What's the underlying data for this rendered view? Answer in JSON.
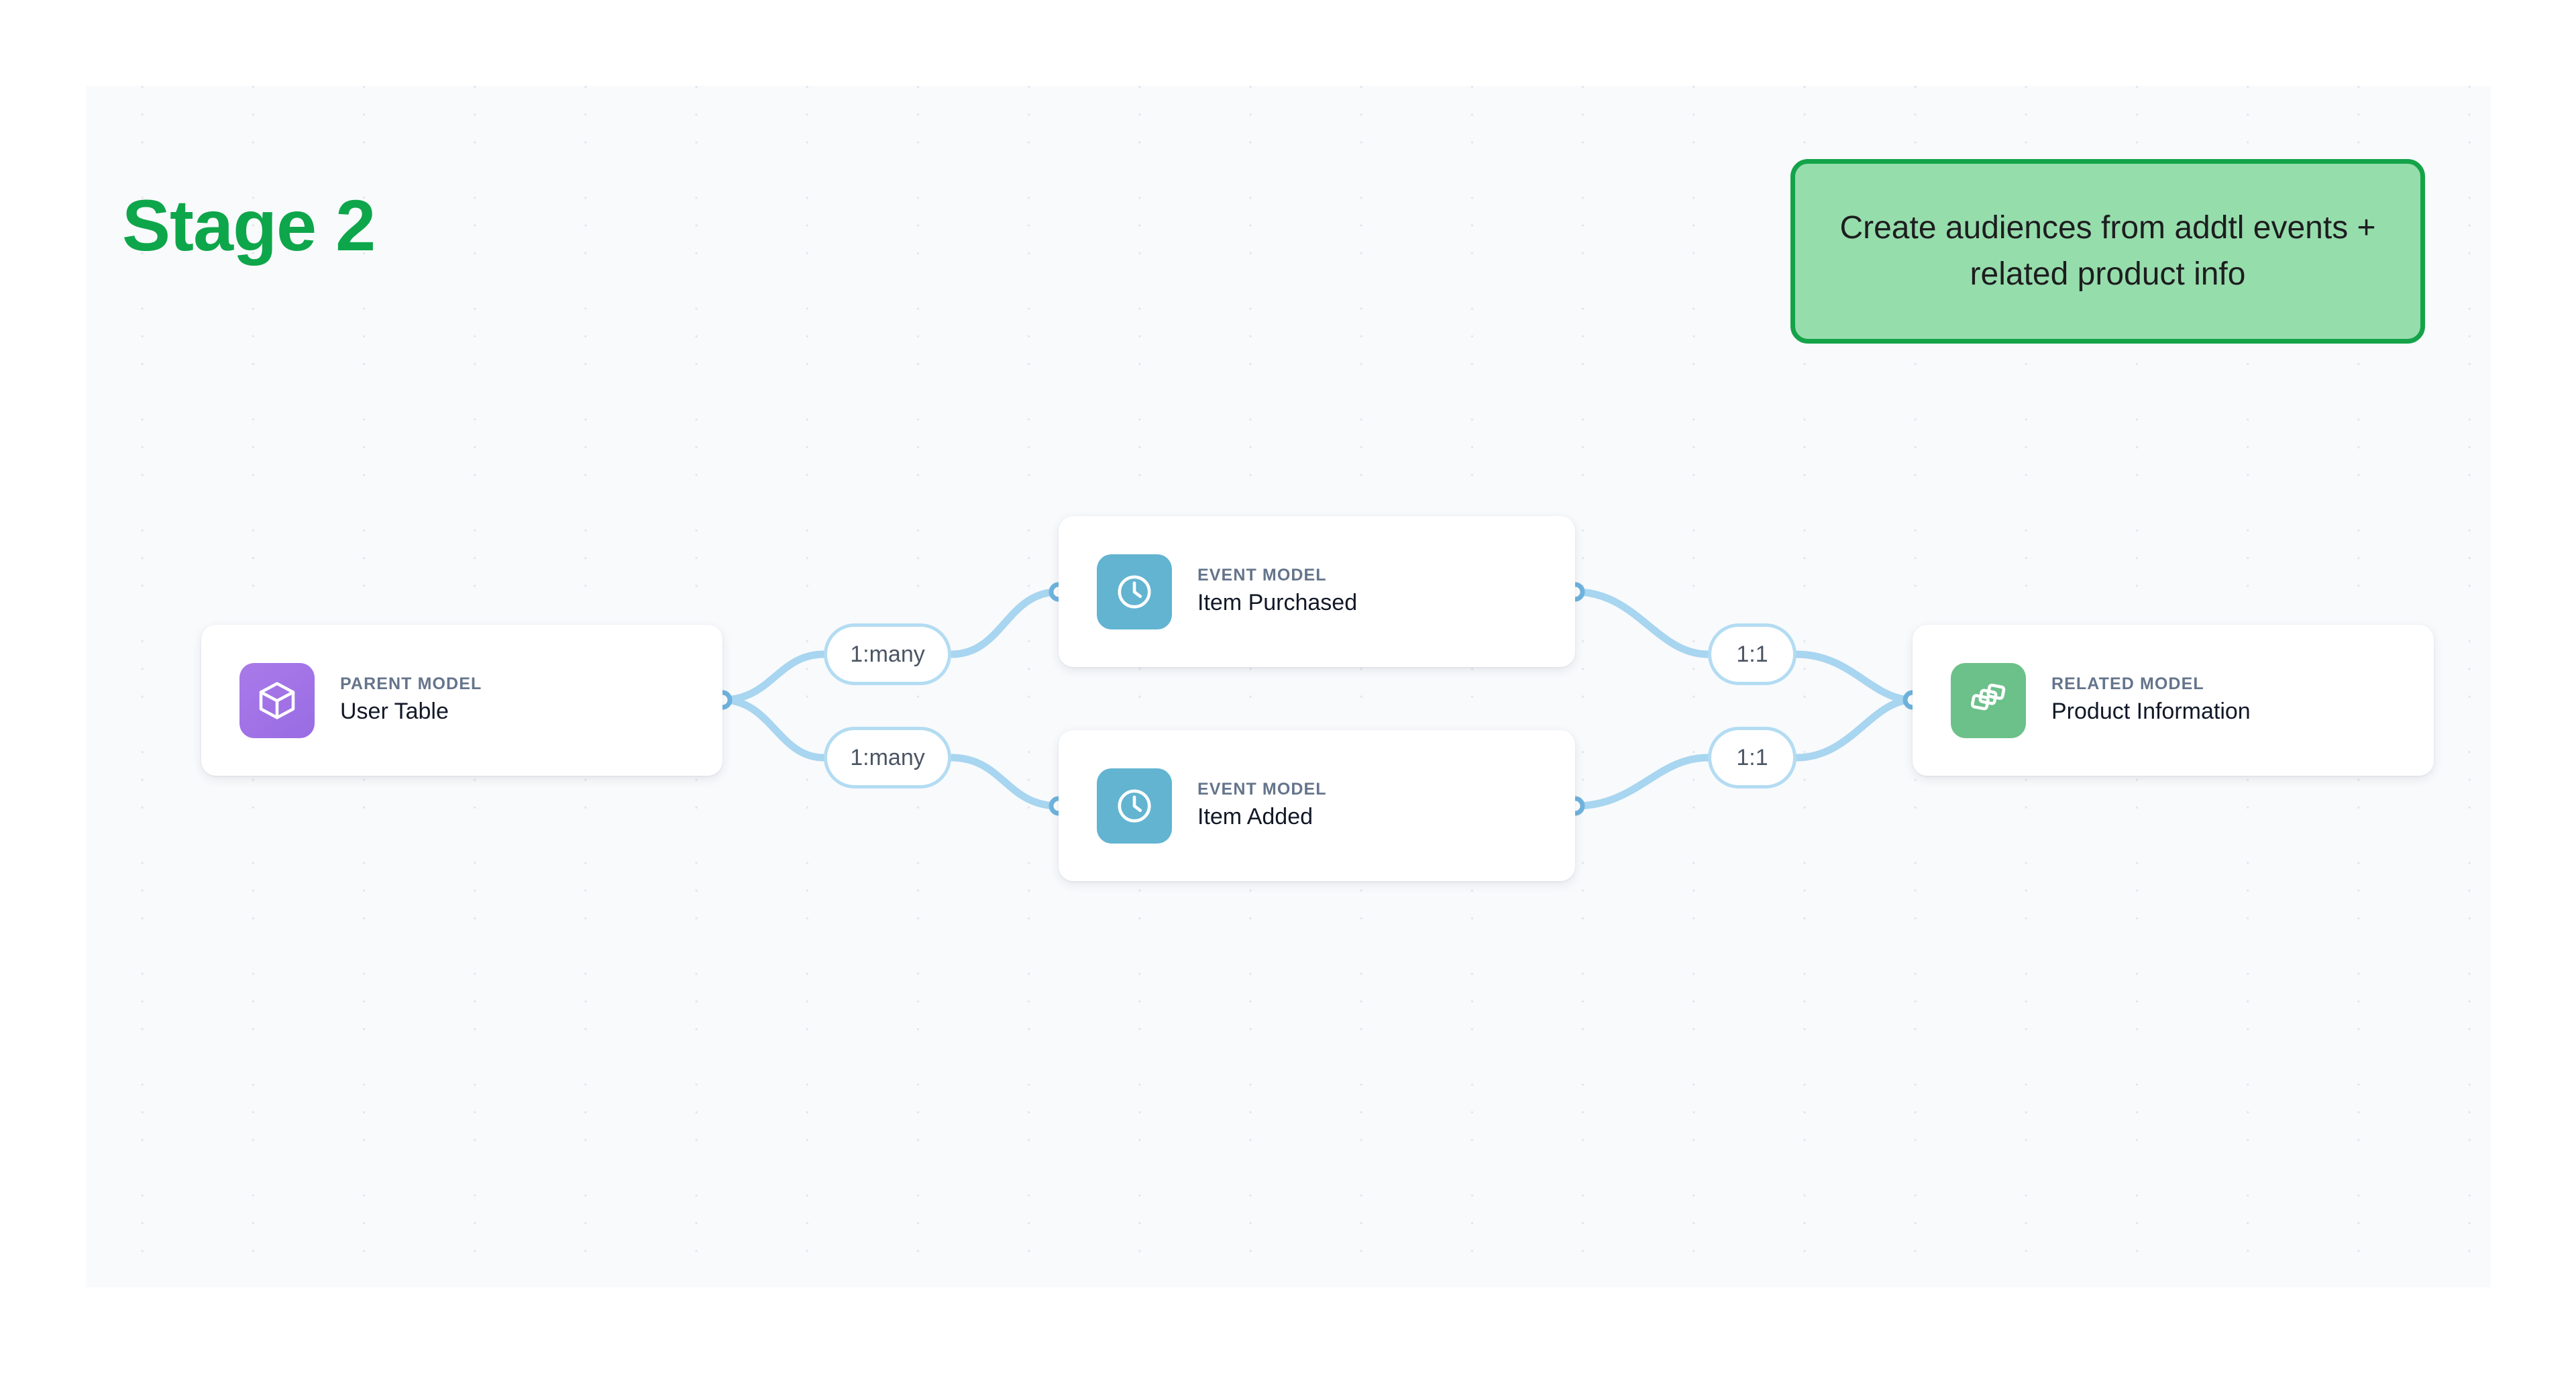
{
  "stage": {
    "title": "Stage 2"
  },
  "callout": {
    "text": "Create audiences from addtl events + related product info",
    "fill_color": "#96ddac",
    "border_color": "#14a349",
    "text_color": "#1d1d1f"
  },
  "colors": {
    "canvas_background": "#f8fafc",
    "page_background": "#ffffff",
    "dot_grid": "#e2e6ec",
    "stage_title": "#0ea64a",
    "edge_line": "#a8d5f0",
    "edge_port_stroke": "#6fb4de",
    "pill_border": "#b3dcf2",
    "pill_text": "#4b5563",
    "node_eyebrow": "#64748b",
    "node_title": "#111827",
    "icon_parent": "#9a6ce4",
    "icon_event": "#62b4d1",
    "icon_related": "#6cc08a"
  },
  "nodes": [
    {
      "id": "parent",
      "eyebrow": "PARENT MODEL",
      "title": "User Table",
      "icon": "cube-icon"
    },
    {
      "id": "event1",
      "eyebrow": "EVENT MODEL",
      "title": "Item Purchased",
      "icon": "clock-icon"
    },
    {
      "id": "event2",
      "eyebrow": "EVENT MODEL",
      "title": "Item Added",
      "icon": "clock-icon"
    },
    {
      "id": "related",
      "eyebrow": "RELATED MODEL",
      "title": "Product Information",
      "icon": "layers-icon"
    }
  ],
  "edges": [
    {
      "id": "e1",
      "from": "parent",
      "to": "event1",
      "label": "1:many"
    },
    {
      "id": "e2",
      "from": "parent",
      "to": "event2",
      "label": "1:many"
    },
    {
      "id": "e3",
      "from": "event1",
      "to": "related",
      "label": "1:1"
    },
    {
      "id": "e4",
      "from": "event2",
      "to": "related",
      "label": "1:1"
    }
  ]
}
